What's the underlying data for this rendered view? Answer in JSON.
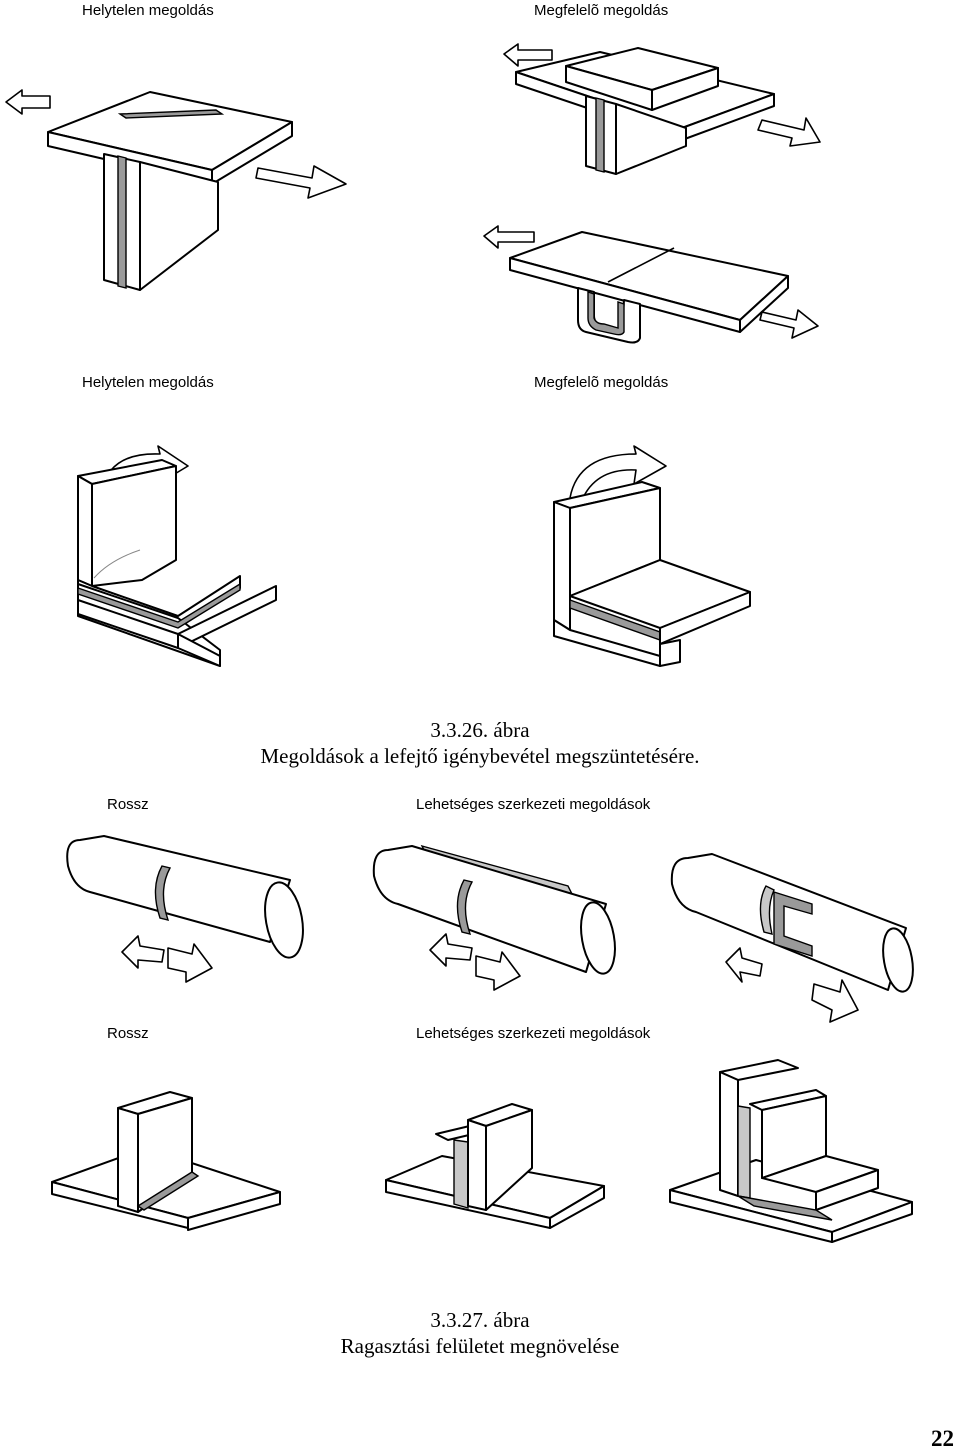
{
  "labels": {
    "top_left": "Helytelen megoldás",
    "top_right": "Megfelelõ megoldás",
    "mid_left": "Helytelen megoldás",
    "mid_right": "Megfelelõ megoldás",
    "rossz_1": "Rossz",
    "lehetseges_1": "Lehetséges szerkezeti megoldások",
    "rossz_2": "Rossz",
    "lehetseges_2": "Lehetséges szerkezeti megoldások"
  },
  "caption_1": {
    "number": "3.3.26. ábra",
    "text": "Megoldások a lefejtő igénybevétel megszüntetésére."
  },
  "caption_2": {
    "number": "3.3.27. ábra",
    "text": "Ragasztási felületet megnövelése"
  },
  "page_number": "22"
}
